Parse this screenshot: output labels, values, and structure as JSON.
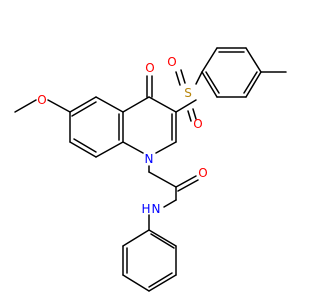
{
  "colors": {
    "bond": "#000000",
    "carbon": "#000000",
    "oxygen": "#ff0000",
    "nitrogen": "#0000ff",
    "sulfur": "#b8860b",
    "background": "#ffffff"
  },
  "atoms": [
    {
      "id": "o_methoxy",
      "label": "O",
      "element": "oxygen"
    },
    {
      "id": "o_ketone",
      "label": "O",
      "element": "oxygen"
    },
    {
      "id": "s_sulfonyl",
      "label": "S",
      "element": "sulfur"
    },
    {
      "id": "o_sulfonyl_top",
      "label": "O",
      "element": "oxygen"
    },
    {
      "id": "o_sulfonyl_bottom",
      "label": "O",
      "element": "oxygen"
    },
    {
      "id": "n_ring",
      "label": "N",
      "element": "nitrogen"
    },
    {
      "id": "o_amide",
      "label": "O",
      "element": "oxygen"
    },
    {
      "id": "nh_amide",
      "label": "N",
      "element": "nitrogen"
    },
    {
      "id": "h_amide",
      "label": "H",
      "element": "nitrogen"
    }
  ]
}
